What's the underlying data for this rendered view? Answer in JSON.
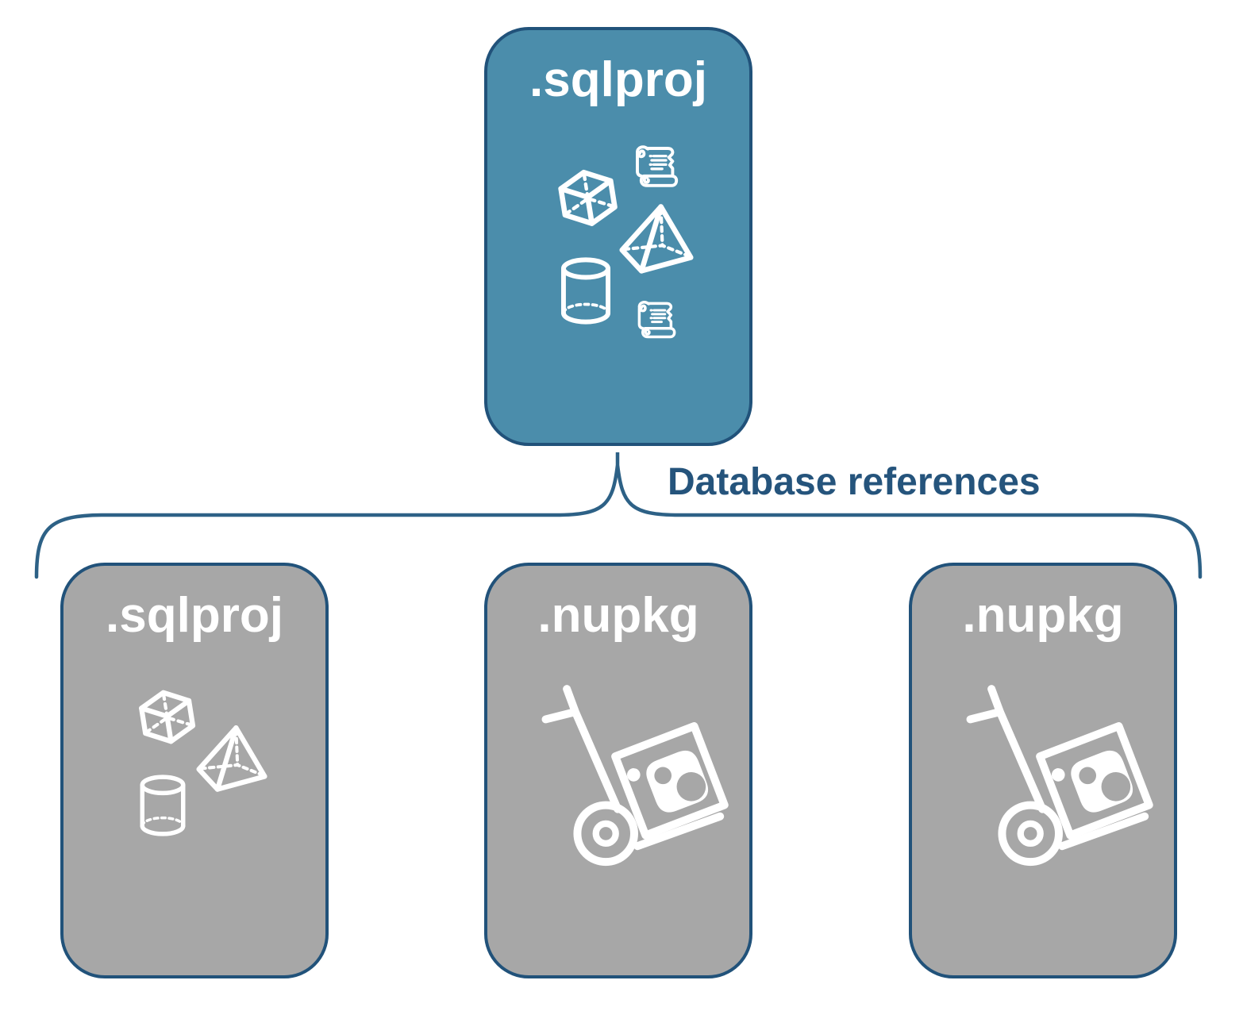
{
  "page": {
    "background": "#ffffff"
  },
  "root_box": {
    "label": ".sqlproj",
    "fill": "#4b8dab",
    "icons": [
      "cube-icon",
      "sql-script-icon",
      "pyramid-icon",
      "cylinder-icon",
      "sql-script-icon"
    ]
  },
  "connector": {
    "label": "Database references",
    "line_color": "#2d6186",
    "label_color": "#25547c"
  },
  "child_boxes": [
    {
      "label": ".sqlproj",
      "fill": "#a7a7a7",
      "icons": [
        "cube-icon",
        "pyramid-icon",
        "cylinder-icon"
      ]
    },
    {
      "label": ".nupkg",
      "fill": "#a7a7a7",
      "icons": [
        "nuget-package-dolly-icon"
      ]
    },
    {
      "label": ".nupkg",
      "fill": "#a7a7a7",
      "icons": [
        "nuget-package-dolly-icon"
      ]
    }
  ],
  "colors": {
    "box_border": "#21527a",
    "title_text": "#ffffff",
    "icon_stroke": "#ffffff"
  }
}
